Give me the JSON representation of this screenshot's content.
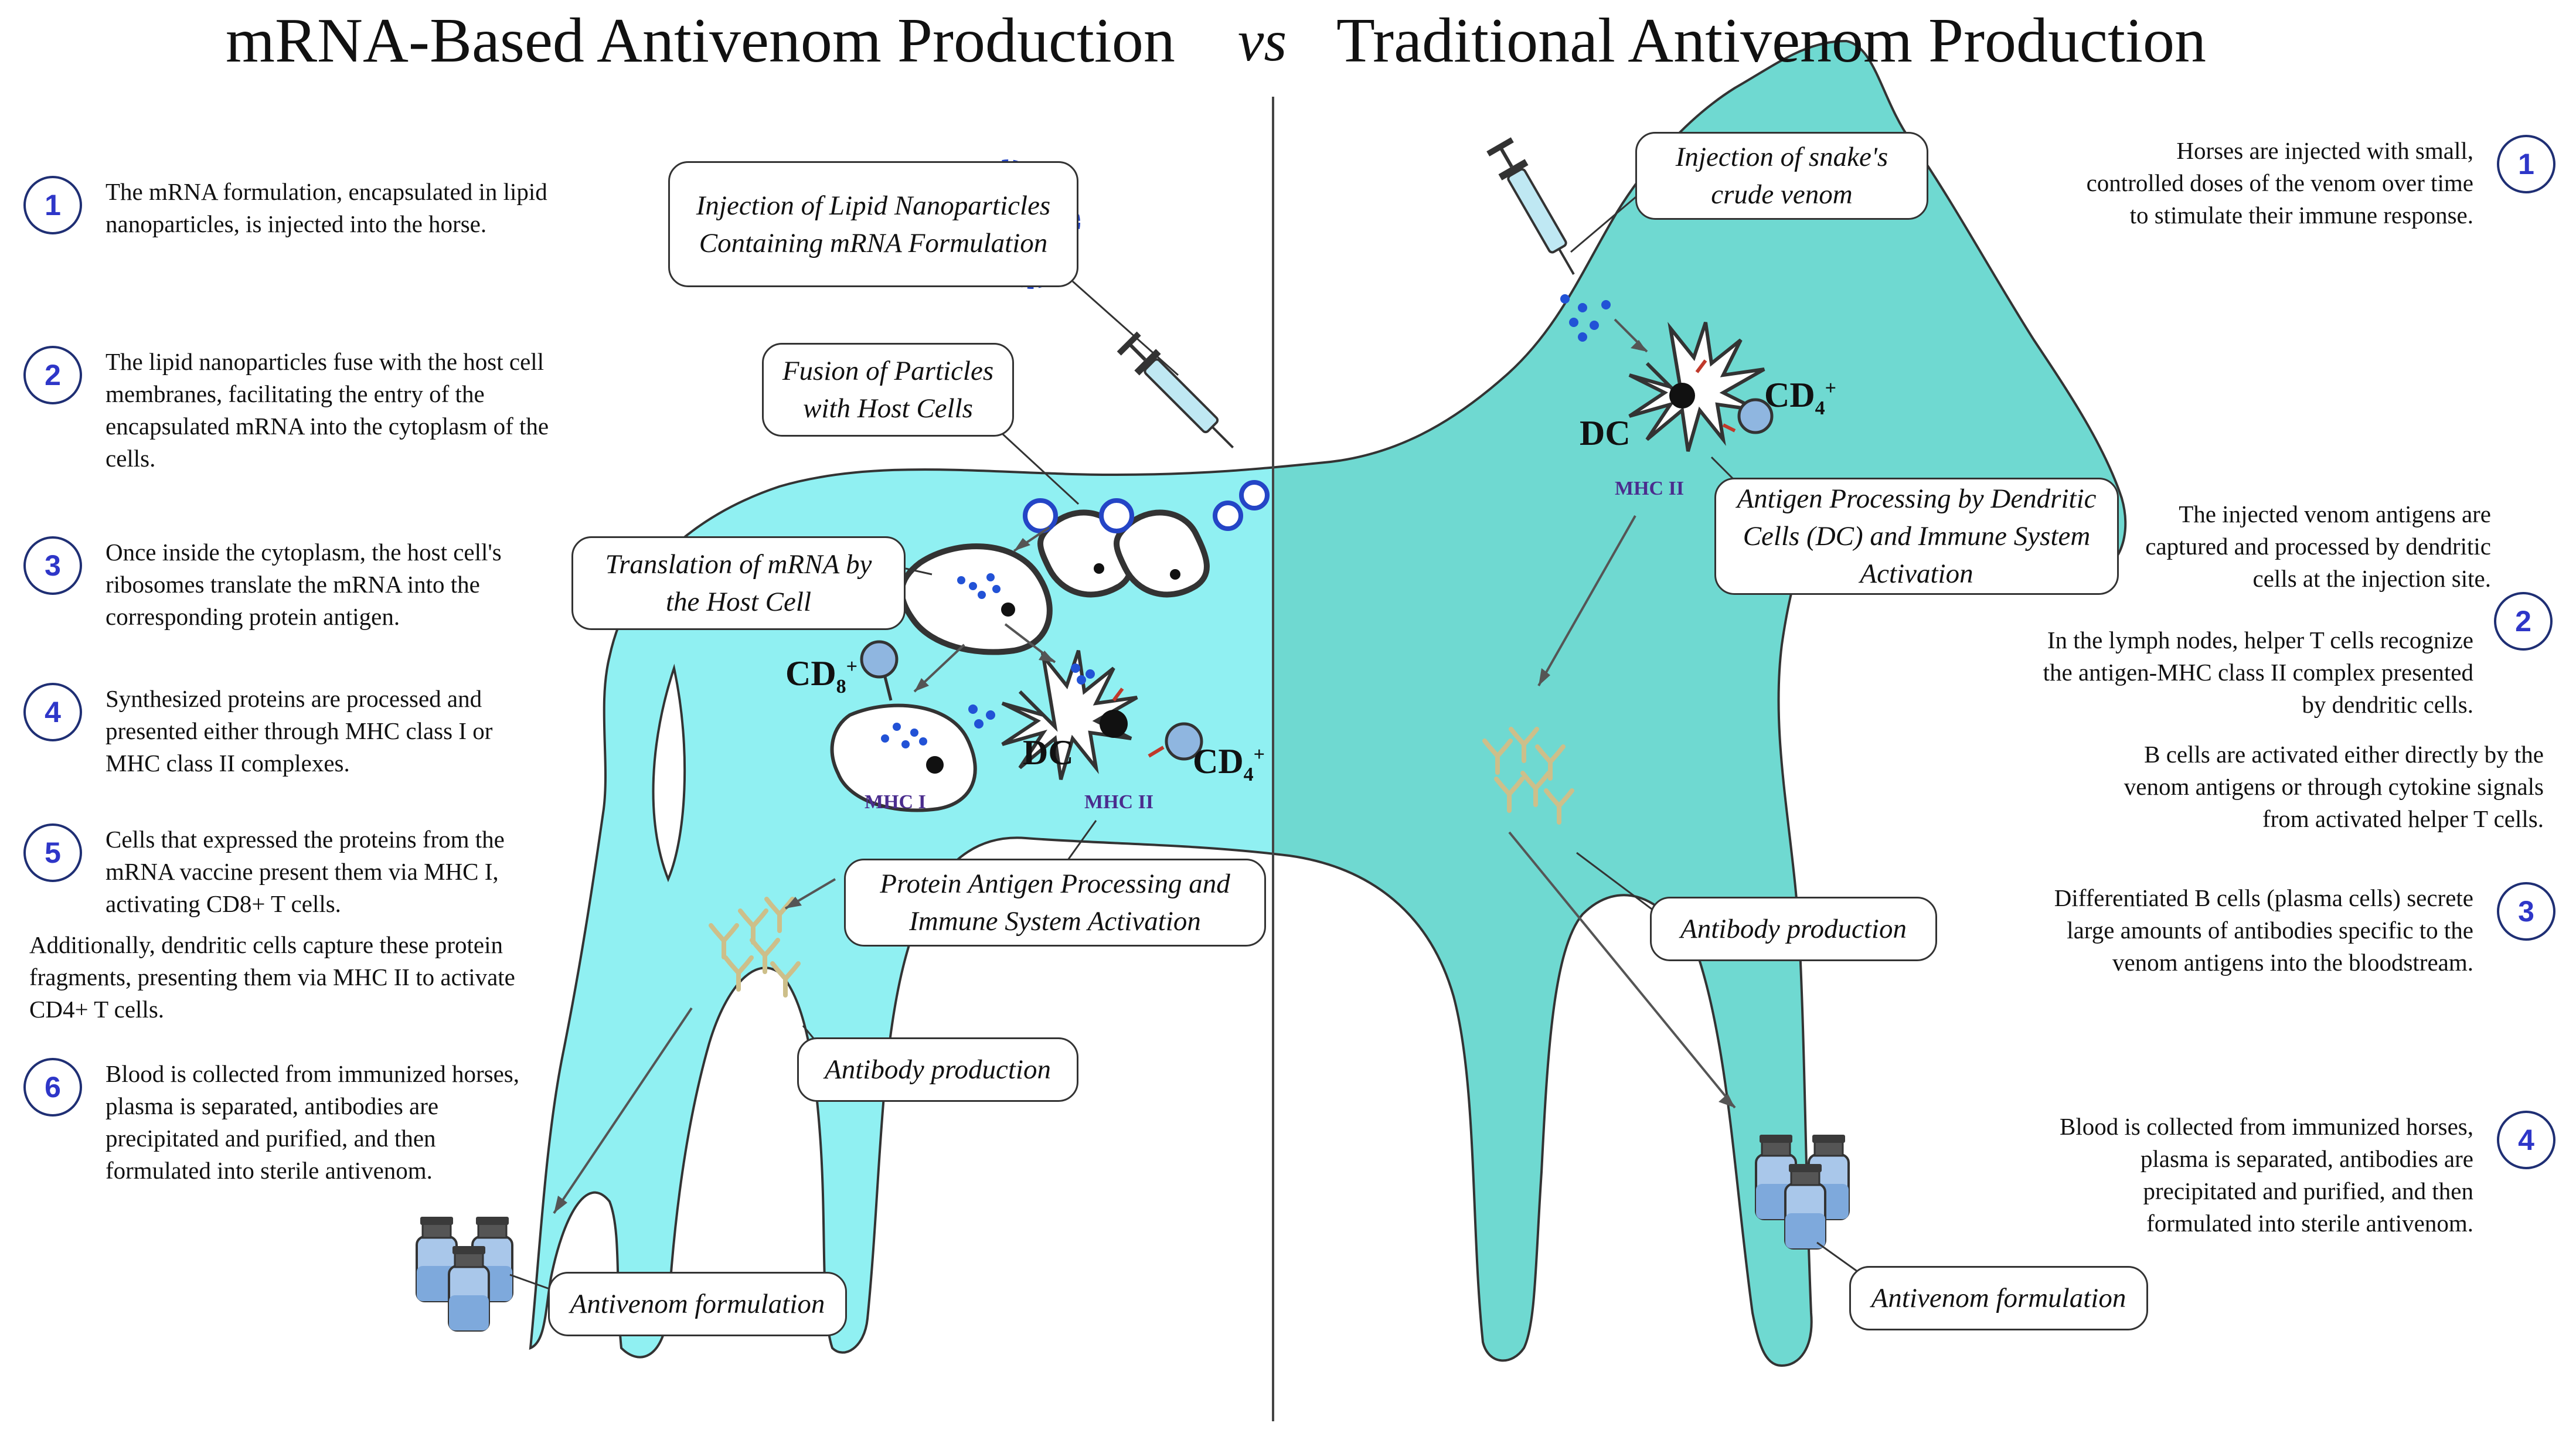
{
  "titles": {
    "left": "mRNA-Based Antivenom Production",
    "vs": "vs",
    "right": "Traditional Antivenom Production"
  },
  "left_steps": [
    {
      "num": "1",
      "text": "The mRNA formulation, encapsulated in lipid nanoparticles, is injected into the horse."
    },
    {
      "num": "2",
      "text": "The lipid nanoparticles fuse with the host cell membranes, facilitating the entry of the encapsulated mRNA into the cytoplasm of the cells."
    },
    {
      "num": "3",
      "text": "Once inside the cytoplasm, the host cell's ribosomes translate the mRNA into the corresponding protein antigen."
    },
    {
      "num": "4",
      "text": "Synthesized proteins are processed and presented either through MHC class I or MHC class II complexes."
    },
    {
      "num": "5",
      "text": "Cells that expressed the proteins from the mRNA vaccine present them via MHC I, activating CD8+ T cells."
    },
    {
      "num": "6",
      "text": "Blood is collected from immunized horses, plasma is separated, antibodies are precipitated and purified, and then formulated into sterile antivenom."
    }
  ],
  "left_note": "Additionally, dendritic cells capture these protein fragments, presenting them via MHC II to activate CD4+ T cells.",
  "right_steps": [
    {
      "num": "1",
      "text": "Horses are injected with small, controlled doses of the venom over time to stimulate their immune response."
    },
    {
      "num": "2",
      "text": "The injected venom antigens are captured and processed by dendritic cells at the injection site."
    },
    {
      "num": "3",
      "text": "Differentiated B cells (plasma cells) secrete large amounts of antibodies specific to the venom antigens into the bloodstream."
    },
    {
      "num": "4",
      "text": "Blood is collected from immunized horses, plasma is separated, antibodies are precipitated and purified, and then formulated into sterile antivenom."
    }
  ],
  "right_notes": [
    "In the lymph nodes, helper T cells recognize the antigen-MHC class II complex presented by dendritic cells.",
    "B cells are activated either directly by the venom antigens or through cytokine signals from activated helper T cells."
  ],
  "callouts": {
    "lnp_injection": "Injection of Lipid Nanoparticles Containing mRNA Formulation",
    "fusion": "Fusion of Particles with Host Cells",
    "translation": "Translation of mRNA by the Host Cell",
    "left_processing": "Protein Antigen Processing and Immune System Activation",
    "left_antibody": "Antibody production",
    "left_formulation": "Antivenom formulation",
    "venom_injection": "Injection of  snake's crude venom",
    "dc_processing": "Antigen Processing  by Dendritic Cells (DC) and Immune System Activation",
    "right_antibody": "Antibody production",
    "right_formulation": "Antivenom formulation"
  },
  "cell_labels": {
    "cd8": "CD",
    "cd8_sub": "8",
    "cd8_sup": "+",
    "dc_left": "DC",
    "cd4_left": "CD",
    "cd4_left_sub": "4",
    "cd4_left_sup": "+",
    "mhc1": "MHC I",
    "mhc2_left": "MHC II",
    "dc_right": "DC",
    "cd4_right": "CD",
    "cd4_right_sub": "4",
    "cd4_right_sup": "+",
    "mhc2_right": "MHC II"
  },
  "colors": {
    "horse_left": "#90f0f2",
    "horse_right": "#6fd9d1",
    "outline": "#333333",
    "number_text": "#2e36c8",
    "number_ring": "#1f2f74",
    "mhc_text": "#4b2d8e",
    "antigen_dots": "#2252d6",
    "antibody": "#cdbf8a",
    "vial": "#8fb6e0"
  }
}
